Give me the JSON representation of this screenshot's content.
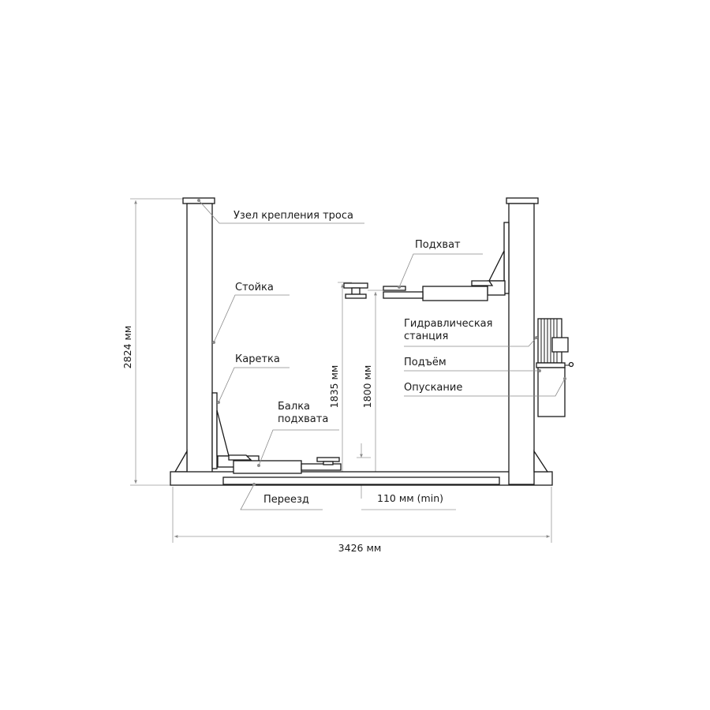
{
  "labels": {
    "cable_mount": "Узел крепления троса",
    "column": "Стойка",
    "carriage": "Каретка",
    "arm_beam_line1": "Балка",
    "arm_beam_line2": "подхвата",
    "drive_over": "Переезд",
    "lift_pad": "Подхват",
    "hydraulic_line1": "Гидравлическая",
    "hydraulic_line2": "станция",
    "lift": "Подъём",
    "lowering": "Опускание"
  },
  "dimensions": {
    "height": "2824 мм",
    "width": "3426 мм",
    "lift_1835": "1835 мм",
    "lift_1800": "1800 мм",
    "min_height": "110 мм (min)"
  }
}
